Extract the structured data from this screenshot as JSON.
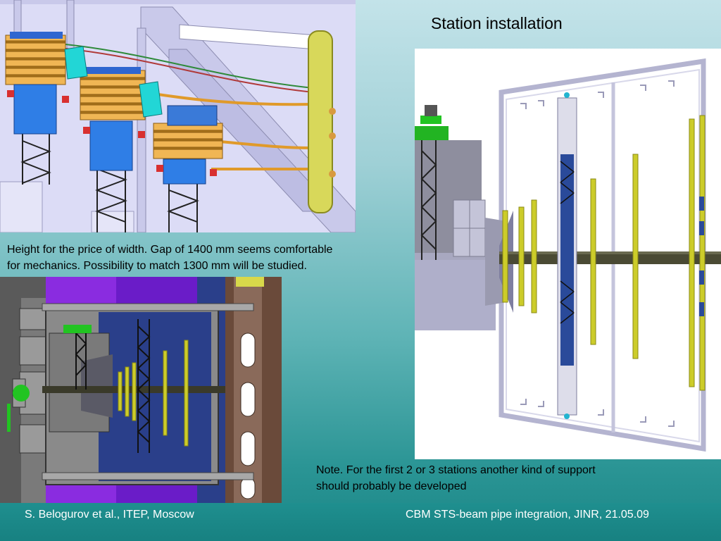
{
  "slide": {
    "title": "Station installation",
    "text_height": [
      "Height for the price of width. Gap of 1400 mm seems comfortable",
      "for mechanics. Possibility to match 1300 mm will be studied."
    ],
    "text_note": [
      "Note. For the first 2 or 3 stations another kind of support",
      "should probably be developed"
    ],
    "footer_left": "S. Belogurov et al., ITEP, Moscow",
    "footer_right": "CBM STS-beam pipe integration, JINR,  21.05.09"
  },
  "colors": {
    "background_top": "#c3e3e9",
    "background_bottom": "#1a8787",
    "footer_text": "#ffffff",
    "module_orange": "#f0b654",
    "module_blue": "#2f7ee6",
    "ladder_yellow": "#cccc2a",
    "frame_lavender": "#c9c9ea",
    "cable_cyan": "#22d6d6",
    "rail_purple": "#8a2ce0"
  }
}
